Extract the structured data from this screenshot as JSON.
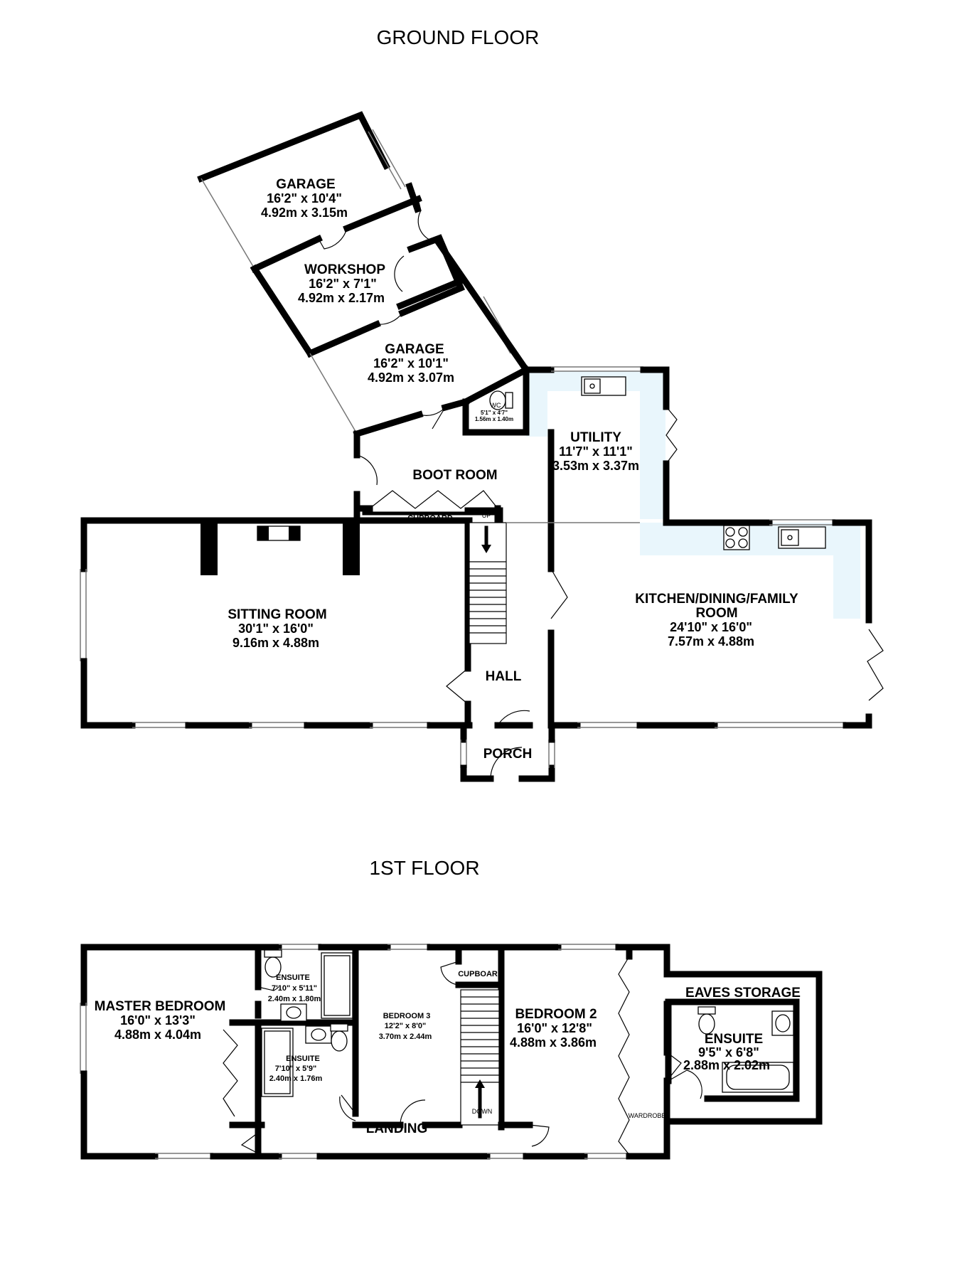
{
  "floors": [
    {
      "title": "GROUND FLOOR"
    },
    {
      "title": "1ST FLOOR"
    }
  ],
  "ground": {
    "garage_top": {
      "name": "GARAGE",
      "imperial": "16'2\"  x 10'4\"",
      "metric": "4.92m  x 3.15m"
    },
    "workshop": {
      "name": "WORKSHOP",
      "imperial": "16'2\"  x 7'1\"",
      "metric": "4.92m  x 2.17m"
    },
    "garage_bottom": {
      "name": "GARAGE",
      "imperial": "16'2\"  x 10'1\"",
      "metric": "4.92m  x 3.07m"
    },
    "wc": {
      "name": "WC",
      "imperial": "5'1\"  x 4'7\"",
      "metric": "1.56m  x 1.40m"
    },
    "utility": {
      "name": "UTILITY",
      "imperial": "11'7\"  x 11'1\"",
      "metric": "3.53m  x 3.37m"
    },
    "boot_room": {
      "name": "BOOT ROOM"
    },
    "cupboard": {
      "name": "CUPBOARD"
    },
    "up": "UP",
    "sitting_room": {
      "name": "SITTING ROOM",
      "imperial": "30'1\"  x 16'0\"",
      "metric": "9.16m  x 4.88m"
    },
    "kitchen": {
      "name_line1": "KITCHEN/DINING/FAMILY",
      "name_line2": "ROOM",
      "imperial": "24'10\"  x 16'0\"",
      "metric": "7.57m  x 4.88m"
    },
    "hall": {
      "name": "HALL"
    },
    "porch": {
      "name": "PORCH"
    }
  },
  "first": {
    "master": {
      "name": "MASTER BEDROOM",
      "imperial": "16'0\"  x 13'3\"",
      "metric": "4.88m  x 4.04m"
    },
    "ensuite_1": {
      "name": "ENSUITE",
      "imperial": "7'10\"  x 5'11\"",
      "metric": "2.40m  x 1.80m"
    },
    "ensuite_2": {
      "name": "ENSUITE",
      "imperial": "7'10\"  x 5'9\"",
      "metric": "2.40m  x 1.76m"
    },
    "bedroom3": {
      "name": "BEDROOM 3",
      "imperial": "12'2\"  x 8'0\"",
      "metric": "3.70m  x 2.44m"
    },
    "cupboard": {
      "name": "CUPBOARD"
    },
    "bedroom2": {
      "name": "BEDROOM 2",
      "imperial": "16'0\"  x 12'8\"",
      "metric": "4.88m  x 3.86m"
    },
    "eaves": {
      "name": "EAVES STORAGE"
    },
    "ensuite_3": {
      "name": "ENSUITE",
      "imperial": "9'5\"  x 6'8\"",
      "metric": "2.88m  x 2.02m"
    },
    "wardrobe": {
      "name": "WARDROBE"
    },
    "landing": {
      "name": "LANDING"
    },
    "down": "DOWN"
  }
}
